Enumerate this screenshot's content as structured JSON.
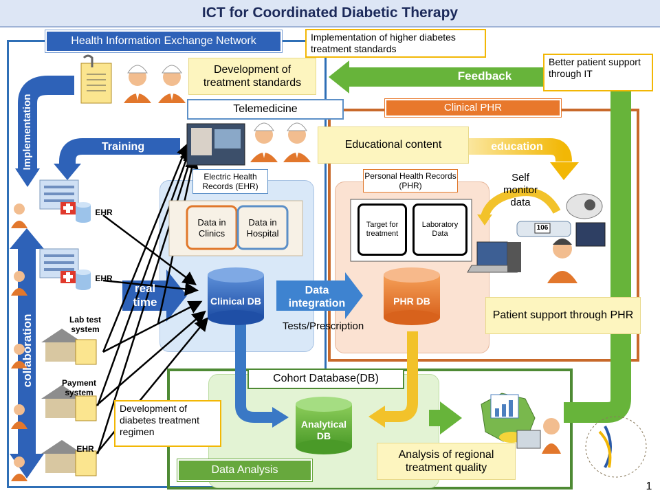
{
  "title": "ICT for Coordinated Diabetic Therapy",
  "hie_network": "Health Information Exchange Network",
  "callouts": {
    "standards_impl": "Implementation of higher diabetes treatment standards",
    "better_support": "Better patient support through IT",
    "regimen": "Development of diabetes treatment regimen"
  },
  "labels": {
    "dev_standards": "Development of treatment standards",
    "feedback": "Feedback",
    "clinical_phr": "Clinical PHR",
    "telemedicine": "Telemedicine",
    "edu_content": "Educational content",
    "education": "education",
    "training": "Training",
    "implementation": "Implementation",
    "collaboration": "collaboration",
    "ehr_box": "Electric Health Records (EHR)",
    "phr_box": "Personal Health Records (PHR)",
    "data_clinics": "Data in Clinics",
    "data_hospital": "Data in Hospital",
    "target_treatment": "Target for treatment",
    "lab_data": "Laboratory Data",
    "self_monitor": "Self monitor data",
    "realtime": "real time",
    "data_integration": "Data integration",
    "tests_prescription": "Tests/Prescription",
    "patient_support": "Patient support through PHR",
    "cohort_db": "Cohort Database(DB)",
    "data_analysis": "Data Analysis",
    "regional_quality": "Analysis of regional treatment quality",
    "ehr1": "EHR",
    "ehr2": "EHR",
    "ehr3": "EHR",
    "lab_system": "Lab test system",
    "payment_system": "Payment system",
    "page_number": "1",
    "glucose_reading": "106"
  },
  "databases": {
    "clinical": "Clinical DB",
    "phr": "PHR DB",
    "analytical": "Analytical DB"
  },
  "colors": {
    "blue_arrow": "#2e62b8",
    "green_arrow": "#5aab2d",
    "orange": "#e0772a",
    "yellow": "#f2b705"
  }
}
